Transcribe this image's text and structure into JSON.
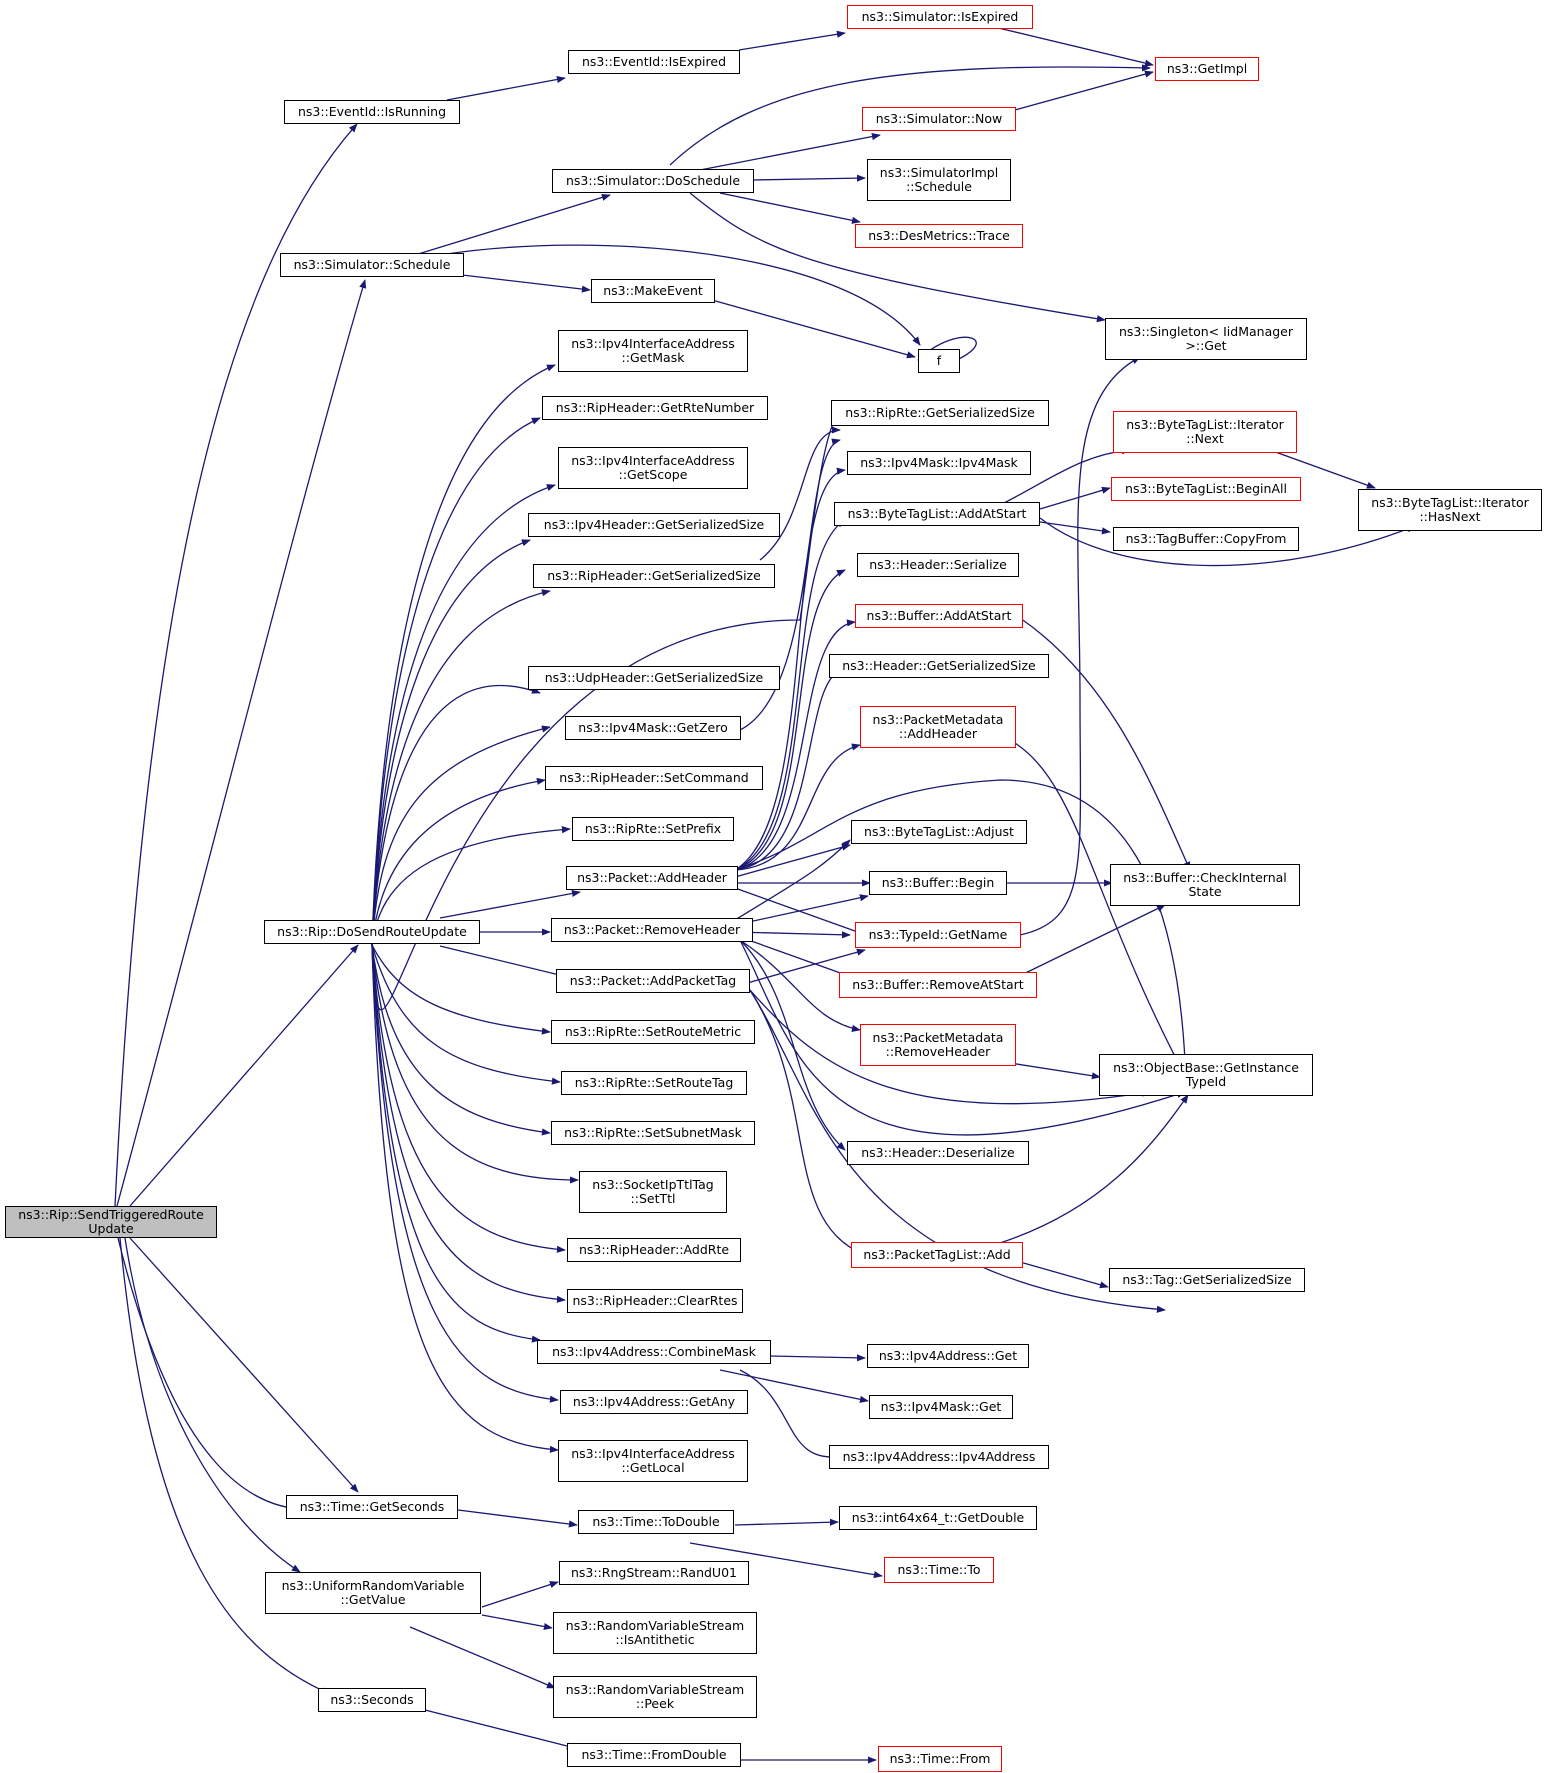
{
  "colors": {
    "edge": "#191970",
    "node_border": "#000000",
    "incomplete_border": "#ff0000",
    "root_fill": "#bfbfbf"
  },
  "nodes": {
    "send_triggered": [
      "ns3::Rip::SendTriggeredRoute",
      "Update"
    ],
    "eventid_isrunning": [
      "ns3::EventId::IsRunning"
    ],
    "eventid_isexpired": [
      "ns3::EventId::IsExpired"
    ],
    "sim_isexpired": [
      "ns3::Simulator::IsExpired"
    ],
    "getimpl": [
      "ns3::GetImpl"
    ],
    "sim_now": [
      "ns3::Simulator::Now"
    ],
    "sim_doschedule": [
      "ns3::Simulator::DoSchedule"
    ],
    "simimpl_schedule": [
      "ns3::SimulatorImpl",
      "::Schedule"
    ],
    "desmetrics_trace": [
      "ns3::DesMetrics::Trace"
    ],
    "sim_schedule": [
      "ns3::Simulator::Schedule"
    ],
    "makeevent": [
      "ns3::MakeEvent"
    ],
    "singleton_get": [
      "ns3::Singleton< IidManager",
      ">::Get"
    ],
    "f": [
      "f"
    ],
    "ipv4ifaddr_getmask": [
      "ns3::Ipv4InterfaceAddress",
      "::GetMask"
    ],
    "ripheader_getrtenumber": [
      "ns3::RipHeader::GetRteNumber"
    ],
    "riprte_getserializedsize": [
      "ns3::RipRte::GetSerializedSize"
    ],
    "ipv4mask_ipv4mask": [
      "ns3::Ipv4Mask::Ipv4Mask"
    ],
    "btl_iterator_next": [
      "ns3::ByteTagList::Iterator",
      "::Next"
    ],
    "ipv4ifaddr_getscope": [
      "ns3::Ipv4InterfaceAddress",
      "::GetScope"
    ],
    "btl_beginall": [
      "ns3::ByteTagList::BeginAll"
    ],
    "btl_iterator_hasnext": [
      "ns3::ByteTagList::Iterator",
      "::HasNext"
    ],
    "ipv4header_getserializedsize": [
      "ns3::Ipv4Header::GetSerializedSize"
    ],
    "btl_addatstart": [
      "ns3::ByteTagList::AddAtStart"
    ],
    "tagbuffer_copyfrom": [
      "ns3::TagBuffer::CopyFrom"
    ],
    "ripheader_getserializedsize": [
      "ns3::RipHeader::GetSerializedSize"
    ],
    "header_serialize": [
      "ns3::Header::Serialize"
    ],
    "buffer_addatstart": [
      "ns3::Buffer::AddAtStart"
    ],
    "udpheader_getserializedsize": [
      "ns3::UdpHeader::GetSerializedSize"
    ],
    "header_getserializedsize": [
      "ns3::Header::GetSerializedSize"
    ],
    "ipv4mask_getzero": [
      "ns3::Ipv4Mask::GetZero"
    ],
    "pmd_addheader": [
      "ns3::PacketMetadata",
      "::AddHeader"
    ],
    "ripheader_setcommand": [
      "ns3::RipHeader::SetCommand"
    ],
    "riprte_setprefix": [
      "ns3::RipRte::SetPrefix"
    ],
    "btl_adjust": [
      "ns3::ByteTagList::Adjust"
    ],
    "packet_addheader": [
      "ns3::Packet::AddHeader"
    ],
    "buffer_begin": [
      "ns3::Buffer::Begin"
    ],
    "buffer_checkinternalstate": [
      "ns3::Buffer::CheckInternal",
      "State"
    ],
    "rip_dosendrouteupdate": [
      "ns3::Rip::DoSendRouteUpdate"
    ],
    "packet_removeheader": [
      "ns3::Packet::RemoveHeader"
    ],
    "typeid_getname": [
      "ns3::TypeId::GetName"
    ],
    "packet_addpackettag": [
      "ns3::Packet::AddPacketTag"
    ],
    "buffer_removeatstart": [
      "ns3::Buffer::RemoveAtStart"
    ],
    "riprte_setroutemetric": [
      "ns3::RipRte::SetRouteMetric"
    ],
    "pmd_removeheader": [
      "ns3::PacketMetadata",
      "::RemoveHeader"
    ],
    "objectbase_getinstancetypeid": [
      "ns3::ObjectBase::GetInstance",
      "TypeId"
    ],
    "riprte_setroutetag": [
      "ns3::RipRte::SetRouteTag"
    ],
    "riprte_setsubnetmask": [
      "ns3::RipRte::SetSubnetMask"
    ],
    "header_deserialize": [
      "ns3::Header::Deserialize"
    ],
    "socketipttltag_setttl": [
      "ns3::SocketIpTtlTag",
      "::SetTtl"
    ],
    "ripheader_addrte": [
      "ns3::RipHeader::AddRte"
    ],
    "packettaglist_add": [
      "ns3::PacketTagList::Add"
    ],
    "tag_getserializedsize": [
      "ns3::Tag::GetSerializedSize"
    ],
    "ripheader_clearrtes": [
      "ns3::RipHeader::ClearRtes"
    ],
    "ipv4address_combinemask": [
      "ns3::Ipv4Address::CombineMask"
    ],
    "ipv4address_get": [
      "ns3::Ipv4Address::Get"
    ],
    "ipv4address_getany": [
      "ns3::Ipv4Address::GetAny"
    ],
    "ipv4mask_get": [
      "ns3::Ipv4Mask::Get"
    ],
    "ipv4address_ipv4address": [
      "ns3::Ipv4Address::Ipv4Address"
    ],
    "ipv4ifaddr_getlocal": [
      "ns3::Ipv4InterfaceAddress",
      "::GetLocal"
    ],
    "time_getseconds": [
      "ns3::Time::GetSeconds"
    ],
    "time_todouble": [
      "ns3::Time::ToDouble"
    ],
    "int64x64_getdouble": [
      "ns3::int64x64_t::GetDouble"
    ],
    "time_to": [
      "ns3::Time::To"
    ],
    "urv_getvalue": [
      "ns3::UniformRandomVariable",
      "::GetValue"
    ],
    "rngstream_randu01": [
      "ns3::RngStream::RandU01"
    ],
    "rvs_isantithetic": [
      "ns3::RandomVariableStream",
      "::IsAntithetic"
    ],
    "rvs_peek": [
      "ns3::RandomVariableStream",
      "::Peek"
    ],
    "seconds": [
      "ns3::Seconds"
    ],
    "time_fromdouble": [
      "ns3::Time::FromDouble"
    ],
    "time_from": [
      "ns3::Time::From"
    ]
  }
}
